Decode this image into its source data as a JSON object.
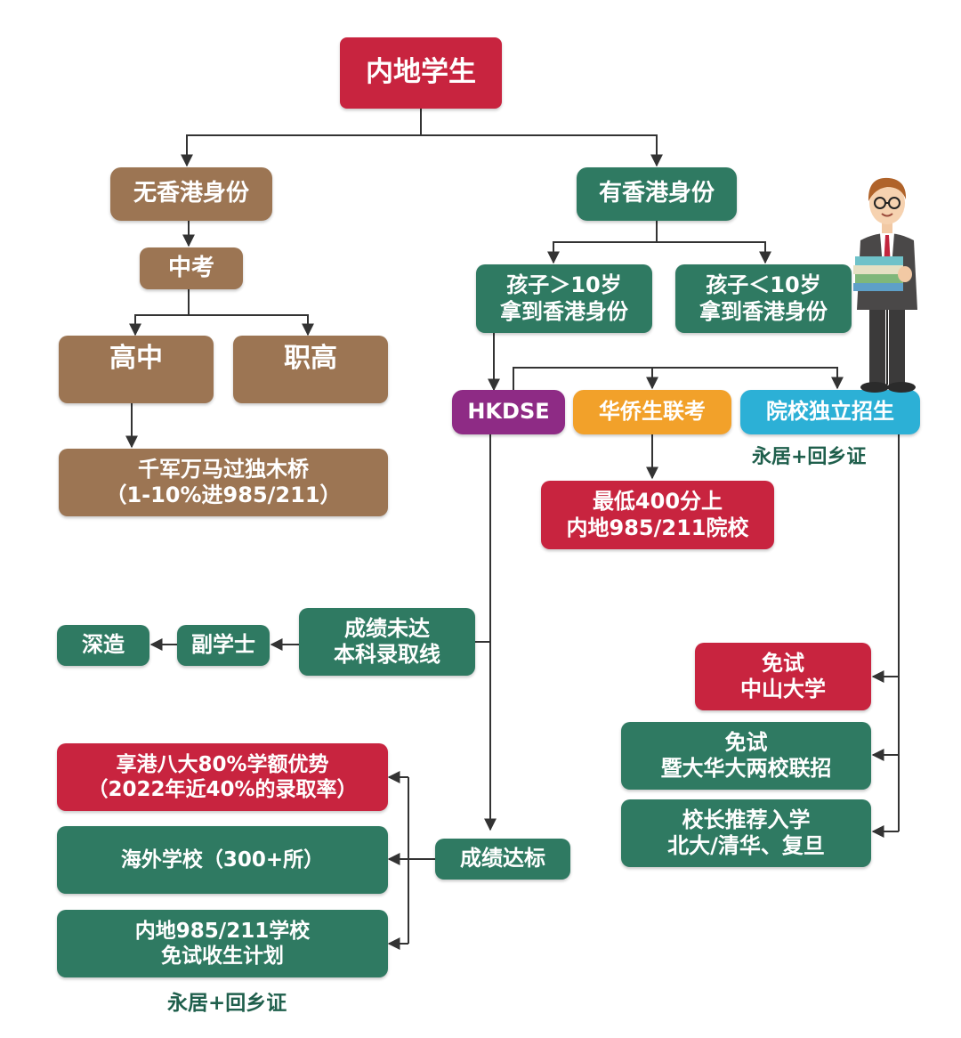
{
  "colors": {
    "red": "#c8243f",
    "brown": "#9c7553",
    "green": "#2f7a62",
    "purple": "#8e2b85",
    "orange": "#f2a12a",
    "blue": "#2cb0d6",
    "line": "#333333",
    "caption_text": "#1f5f4c"
  },
  "root": {
    "label": "内地学生"
  },
  "no_hk": {
    "label": "无香港身份",
    "zhongkao": "中考",
    "gaozhong": "高中",
    "zhigao": "职高",
    "result": {
      "line1": "千军万马过独木桥",
      "line2": "（1-10%进985/211）"
    }
  },
  "has_hk": {
    "label": "有香港身份",
    "over10": {
      "line1": "孩子＞10岁",
      "line2": "拿到香港身份"
    },
    "under10": {
      "line1": "孩子＜10岁",
      "line2": "拿到香港身份"
    }
  },
  "routes": {
    "hkdse": "HKDSE",
    "huaqiao": "华侨生联考",
    "independent": "院校独立招生"
  },
  "huaqiao_result": {
    "line1": "最低400分上",
    "line2": "内地985/211院校"
  },
  "independent_note": "永居+回乡证",
  "fail_path": {
    "below": {
      "line1": "成绩未达",
      "line2": "本科录取线"
    },
    "associate": "副学士",
    "further": "深造"
  },
  "pass_path": {
    "label": "成绩达标",
    "hk8": {
      "line1": "享港八大80%学额优势",
      "line2": "（2022年近40%的录取率）"
    },
    "overseas": "海外学校（300+所）",
    "mainland": {
      "line1": "内地985/211学校",
      "line2": "免试收生计划"
    },
    "note": "永居+回乡证"
  },
  "independent_options": {
    "zhongshan": {
      "line1": "免试",
      "line2": "中山大学"
    },
    "jinan": {
      "line1": "免试",
      "line2": "暨大华大两校联招"
    },
    "principal": {
      "line1": "校长推荐入学",
      "line2": "北大/清华、复旦"
    }
  }
}
